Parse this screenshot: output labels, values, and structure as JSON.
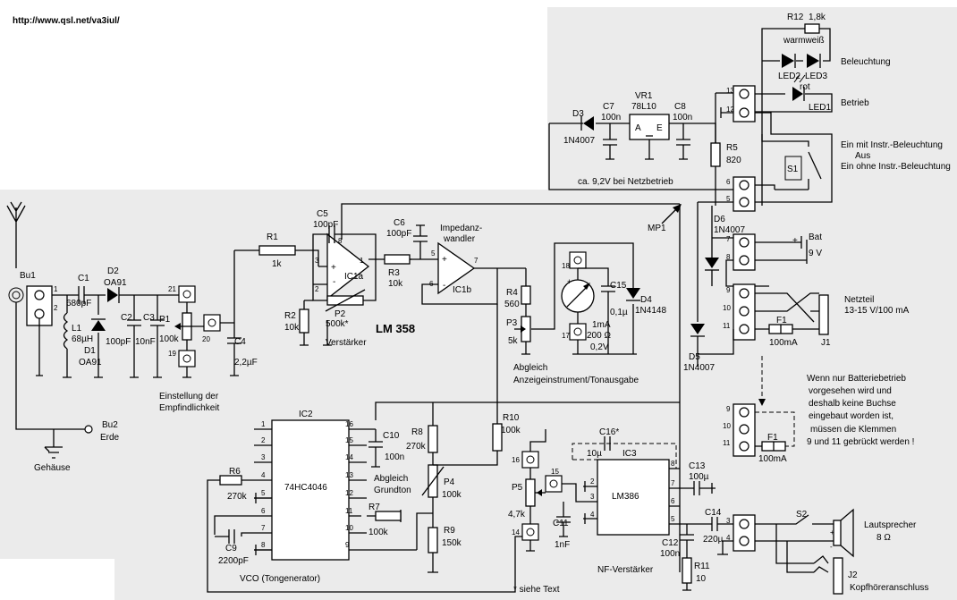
{
  "url": "http://www.qsl.net/va3iul/",
  "labels": {
    "bu1": "Bu1",
    "bu2": "Bu2",
    "erde": "Erde",
    "gehaeuse": "Gehäuse",
    "c1": "C1",
    "c1v": "680pF",
    "d2": "D2",
    "d2v": "OA91",
    "l1": "L1",
    "l1v": "68µH",
    "d1": "D1",
    "d1v": "OA91",
    "c2": "C2",
    "c2v": "100pF",
    "c3": "C3",
    "c3v": "10nF",
    "p1": "P1",
    "p1v": "100k",
    "c4": "C4",
    "c4v": "2,2µF",
    "einst1": "Einstellung der",
    "einst2": "Empfindlichkeit",
    "r1": "R1",
    "r1v": "1k",
    "c5": "C5",
    "c5v": "100pF",
    "ic1a": "IC1a",
    "r2": "R2",
    "r2v": "10k",
    "p2": "P2",
    "p2v": "500k*",
    "verst": "Verstärker",
    "lm358": "LM 358",
    "r3": "R3",
    "r3v": "10k",
    "c6": "C6",
    "c6v": "100pF",
    "imp1": "Impedanz-",
    "imp2": "wandler",
    "ic1b": "IC1b",
    "mp1": "MP1",
    "r4": "R4",
    "r4v": "560",
    "p3": "P3",
    "p3v": "5k",
    "c15": "C15",
    "c15v": "0,1µ",
    "d4": "D4",
    "d4v": "1N4148",
    "meter1": "1mA",
    "meter2": "200 Ω",
    "meter3": "0,2V",
    "abg1": "Abgleich",
    "abg2": "Anzeigeinstrument/Tonausgabe",
    "d3": "D3",
    "d3v": "1N4007",
    "c7": "C7",
    "c7v": "100n",
    "vr1": "VR1",
    "vr1v": "78L10",
    "c8": "C8",
    "c8v": "100n",
    "vr_a": "A",
    "vr_e": "E",
    "netz": "ca. 9,2V bei Netzbetrieb",
    "r12": "R12",
    "r12v": "1,8k",
    "warm": "warmweiß",
    "led2": "LED2",
    "led3": "LED3",
    "beleucht": "Beleuchtung",
    "rot": "rot",
    "led1": "LED1",
    "betrieb": "Betrieb",
    "r5": "R5",
    "r5v": "820",
    "s1": "S1",
    "sw1": "Ein mit Instr.-Beleuchtung",
    "sw2": "Aus",
    "sw3": "Ein ohne Instr.-Beleuchtung",
    "d6": "D6",
    "d6v": "1N4007",
    "bat": "Bat",
    "batv": "9 V",
    "netzteil": "Netzteil",
    "netzteilv": "13-15 V/100 mA",
    "f1": "F1",
    "f1v": "100mA",
    "j1": "J1",
    "d5": "D5",
    "d5v": "1N4007",
    "note1": "Wenn nur Batteriebetrieb",
    "note2": "vorgesehen wird und",
    "note3": "deshalb keine Buchse",
    "note4": "eingebaut worden ist,",
    "note5": "müssen die Klemmen",
    "note6": "9 und 11 gebrückt werden !",
    "ic2": "IC2",
    "ic2v": "74HC4046",
    "vco": "VCO (Tongenerator)",
    "c10": "C10",
    "c10v": "100n",
    "r8": "R8",
    "r8v": "270k",
    "p4": "P4",
    "p4v": "100k",
    "abgg1": "Abgleich",
    "abgg2": "Grundton",
    "r7": "R7",
    "r7v": "100k",
    "r9": "R9",
    "r9v": "150k",
    "r6": "R6",
    "r6v": "270k",
    "c9": "C9",
    "c9v": "2200pF",
    "r10": "R10",
    "r10v": "100k",
    "c16": "C16*",
    "c16v": "10µ",
    "ic3": "IC3",
    "lm386": "LM386",
    "p5": "P5",
    "p5v": "4,7k",
    "c11": "C11",
    "c11v": "1nF",
    "c12": "C12",
    "c12v": "100n",
    "r11": "R11",
    "r11v": "10",
    "c13": "C13",
    "c13v": "100µ",
    "c14": "C14",
    "c14v": "220µ",
    "nfv": "NF-Verstärker",
    "siehe": "* siehe Text",
    "s2": "S2",
    "lautspr": "Lautsprecher",
    "lautv": "8 Ω",
    "j2": "J2",
    "kopf": "Kopfhöreranschluss"
  },
  "pins": {
    "p1": "1",
    "p2": "2",
    "p3": "3",
    "p4": "4",
    "p5": "5",
    "p6": "6",
    "p7": "7",
    "p8": "8",
    "p9": "9",
    "p10": "10",
    "p11": "11",
    "p12": "12",
    "p13": "13",
    "p14": "14",
    "p15": "15",
    "p16": "16",
    "p17": "17",
    "p18": "18",
    "p19": "19",
    "p20": "20",
    "p21": "21",
    "plus": "+",
    "minus": "-"
  }
}
